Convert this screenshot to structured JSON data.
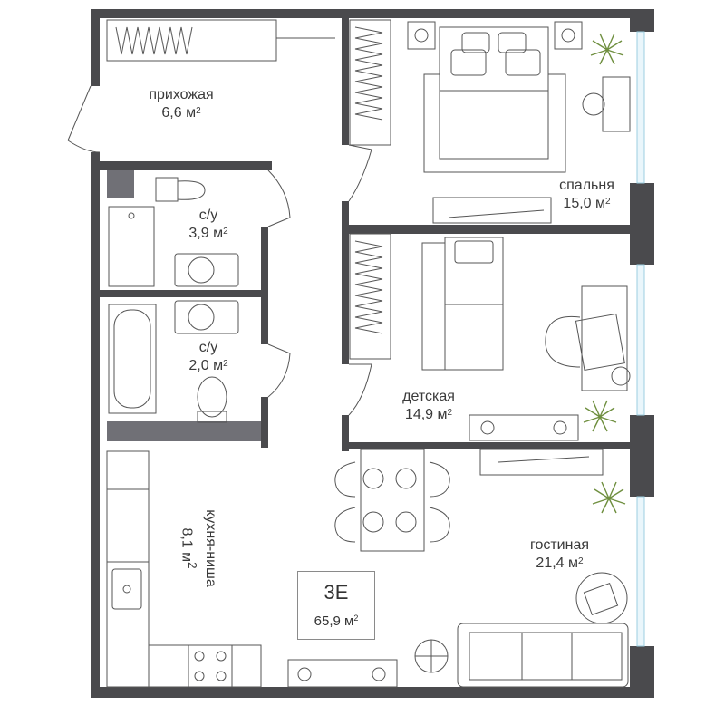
{
  "plan": {
    "apartment_code": "3E",
    "total_area_value": "65,9 м",
    "total_area_sup": "2",
    "rooms": [
      {
        "name": "прихожая",
        "area": "6,6 м",
        "sup": "2"
      },
      {
        "name": "спальня",
        "area": "15,0 м",
        "sup": "2"
      },
      {
        "name": "с/у",
        "area": "3,9 м",
        "sup": "2"
      },
      {
        "name": "с/у",
        "area": "2,0 м",
        "sup": "2"
      },
      {
        "name": "детская",
        "area": "14,9 м",
        "sup": "2"
      },
      {
        "name": "кухня-ниша",
        "area": "8,1 м",
        "sup": "2"
      },
      {
        "name": "гостиная",
        "area": "21,4 м",
        "sup": "2"
      }
    ]
  },
  "colors": {
    "wall": "#4a4a4d",
    "wall_light": "#707076",
    "furniture": "#555555",
    "window": "#bfe3f0",
    "plant": "#6f8f3f",
    "text": "#3a3a3a"
  }
}
